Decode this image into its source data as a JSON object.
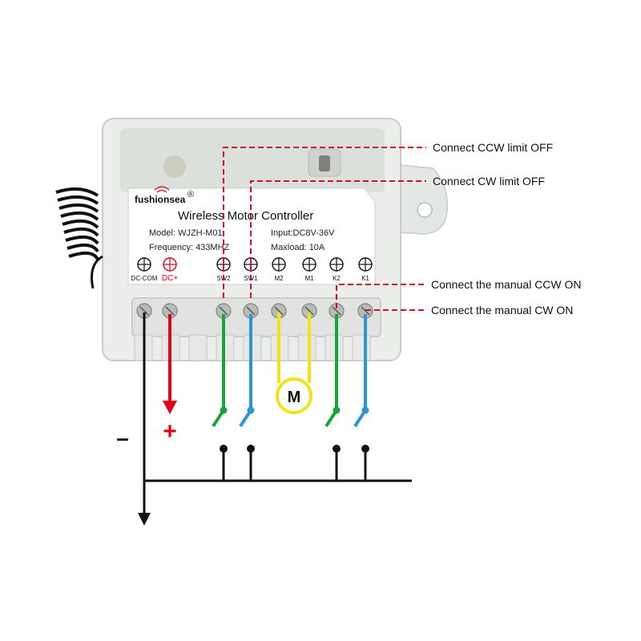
{
  "module": {
    "brand": "fushionsea",
    "registered_mark": "®",
    "title": "Wireless Motor Controller",
    "model": "Model: WJZH-M01",
    "input": "Input:DC8V-36V",
    "frequency": "Frequency: 433MHZ",
    "maxload": "Maxload: 10A"
  },
  "terminals": [
    "DC-COM",
    "DC+",
    "SW2",
    "SW1",
    "M2",
    "M1",
    "K2",
    "K1"
  ],
  "motor_label": "M",
  "signs": {
    "plus": "+",
    "minus": "–"
  },
  "callouts": [
    "Connect  CCW limit OFF",
    "Connect CW limit OFF",
    "Connect the manual CCW ON",
    "Connect the manual CW ON"
  ],
  "colors": {
    "red_wire": "#e0001b",
    "green_wire": "#18a33b",
    "blue_wire": "#2b95d6",
    "yellow_wire": "#f0e21c",
    "black_wire": "#111111",
    "callout_line": "#d0102a",
    "enclosure": "#ecefec"
  }
}
